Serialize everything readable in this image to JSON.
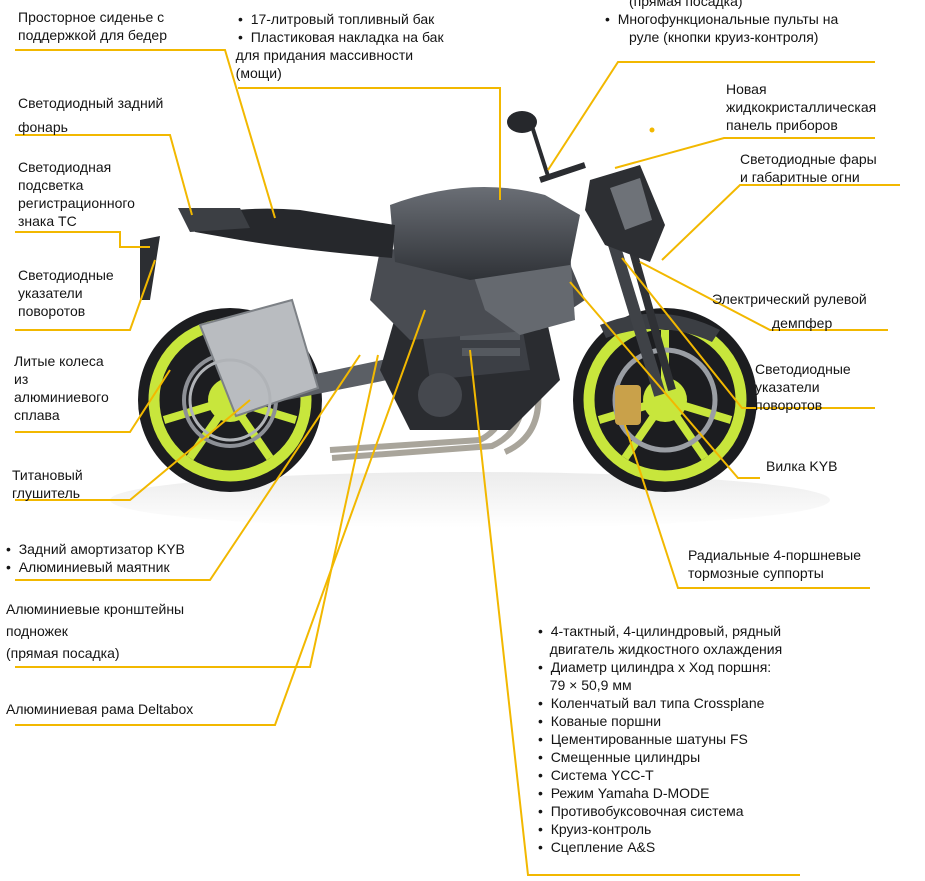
{
  "theme": {
    "accent": "#f2b800",
    "wheel": "#c8e63c",
    "bike_dark": "#3a3d42",
    "bike_mid": "#5c6066",
    "bike_light": "#8a8e94",
    "floor": "#f4f4f4"
  },
  "labels": {
    "seat": [
      "Просторное сиденье с",
      "поддержкой для бедер"
    ],
    "tank": [
      "17-литровый топливный бак",
      "Пластиковая накладка на бак",
      "для придания массивности",
      "(мощи)"
    ],
    "top_right": [
      "(прямая посадка)",
      "Многофункциональные пульты на",
      "руле (кнопки круиз-контроля)"
    ],
    "dashboard": [
      "Новая",
      "жидкокристаллическая",
      "панель приборов"
    ],
    "headlights": [
      "Светодиодные фары",
      "и габаритные огни"
    ],
    "tail_light": [
      "Светодиодный задний",
      "фонарь"
    ],
    "plate_light": [
      "Светодиодная",
      "подсветка",
      "регистрационного",
      "знака ТС"
    ],
    "rear_indicators": [
      "Светодиодные",
      "указатели",
      "поворотов"
    ],
    "wheels": [
      "Литые колеса",
      "из",
      "алюминиевого",
      "сплава"
    ],
    "damper": [
      "Электрический рулевой",
      "демпфер"
    ],
    "front_indicators": [
      "Светодиодные",
      "указатели",
      "поворотов"
    ],
    "muffler": [
      "Титановый",
      "глушитель"
    ],
    "fork": [
      "Вилка KYB"
    ],
    "shock": [
      "Задний амортизатор KYB",
      "Алюминиевый маятник"
    ],
    "calipers": [
      "Радиальные 4-поршневые",
      "тормозные суппорты"
    ],
    "footpegs": [
      "Алюминиевые кронштейны",
      "подножек",
      "(прямая посадка)"
    ],
    "frame": [
      "Алюминиевая рама Deltabox"
    ],
    "engine": [
      "4-тактный, 4-цилиндровый, рядный",
      "двигатель жидкостного охлаждения",
      "Диаметр цилиндра х Ход поршня:",
      "79 × 50,9 мм",
      "Коленчатый вал типа Crossplane",
      "Кованые поршни",
      "Цементированные шатуны FS",
      "Смещенные цилиндры",
      "Система YCC-T",
      "Режим Yamaha D-MODE",
      "Противобуксовочная система",
      "Круиз-контроль",
      "Сцепление A&S"
    ]
  }
}
